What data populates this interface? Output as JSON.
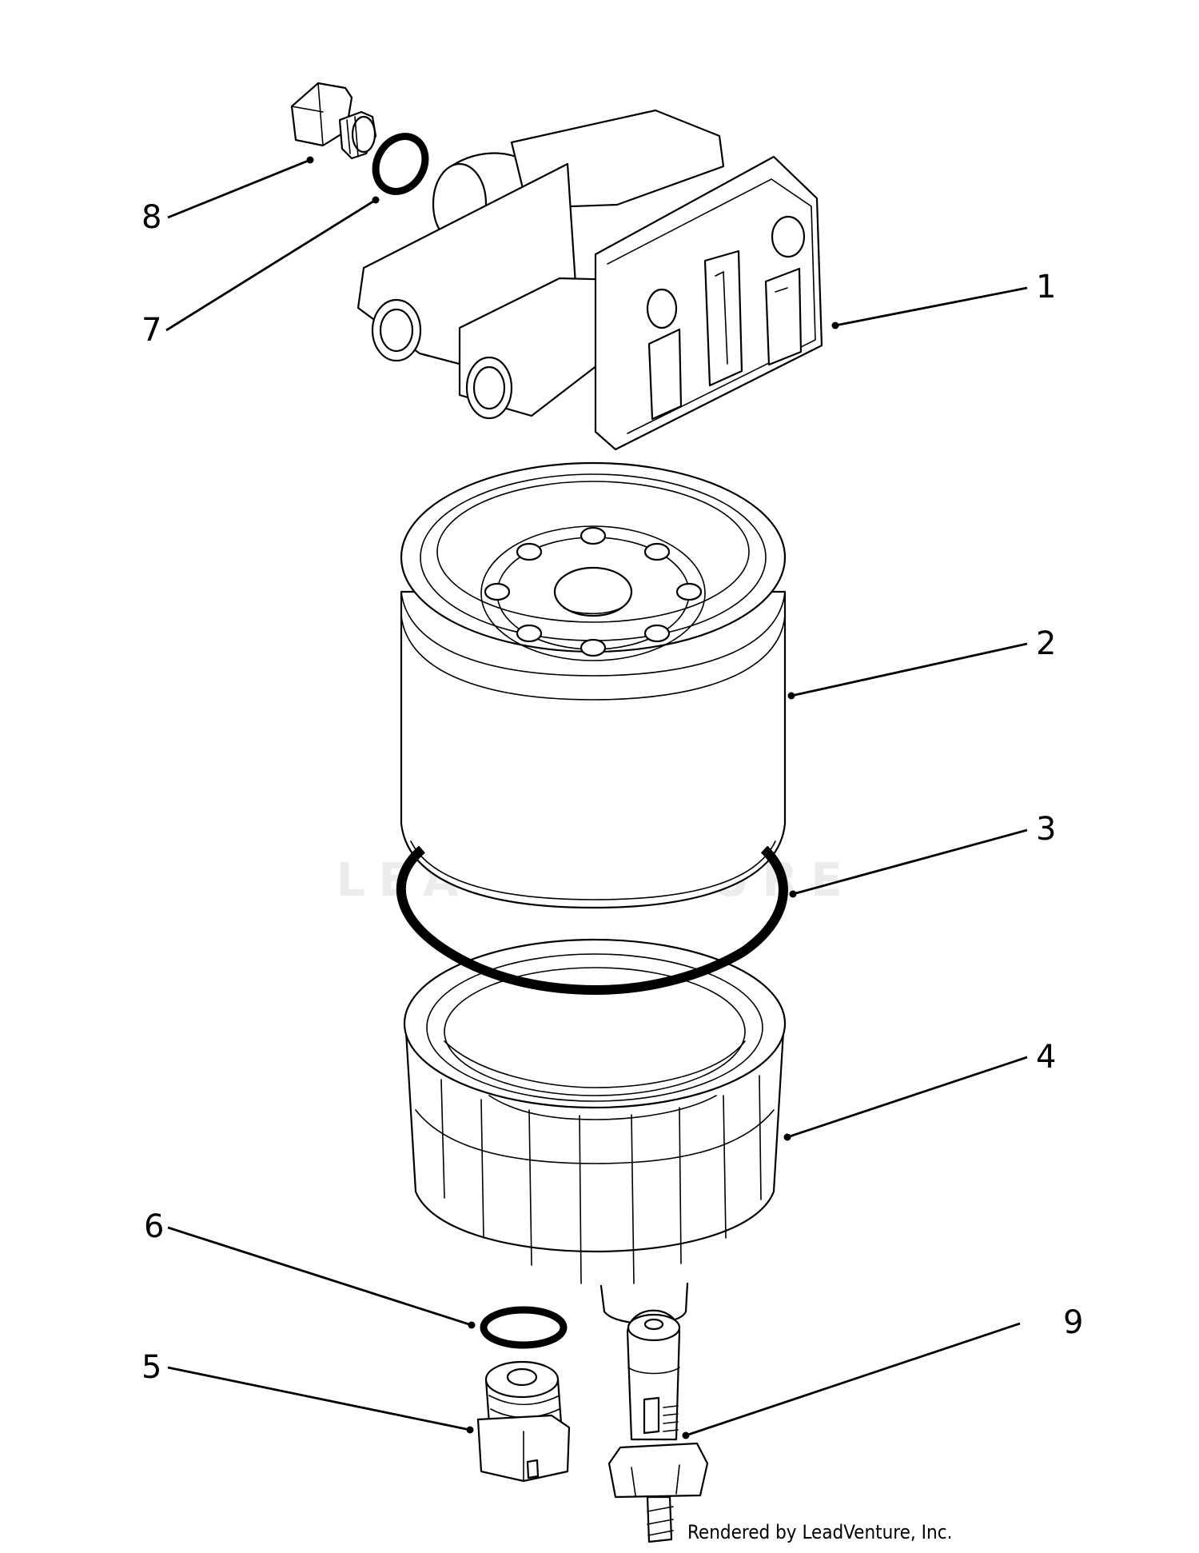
{
  "diagram": {
    "callouts": [
      {
        "id": "1",
        "label": "1"
      },
      {
        "id": "2",
        "label": "2"
      },
      {
        "id": "3",
        "label": "3"
      },
      {
        "id": "4",
        "label": "4"
      },
      {
        "id": "5",
        "label": "5"
      },
      {
        "id": "6",
        "label": "6"
      },
      {
        "id": "7",
        "label": "7"
      },
      {
        "id": "8",
        "label": "8"
      },
      {
        "id": "9",
        "label": "9"
      }
    ],
    "watermark": "LEADVENTURE",
    "credit": "Rendered by LeadVenture, Inc."
  }
}
